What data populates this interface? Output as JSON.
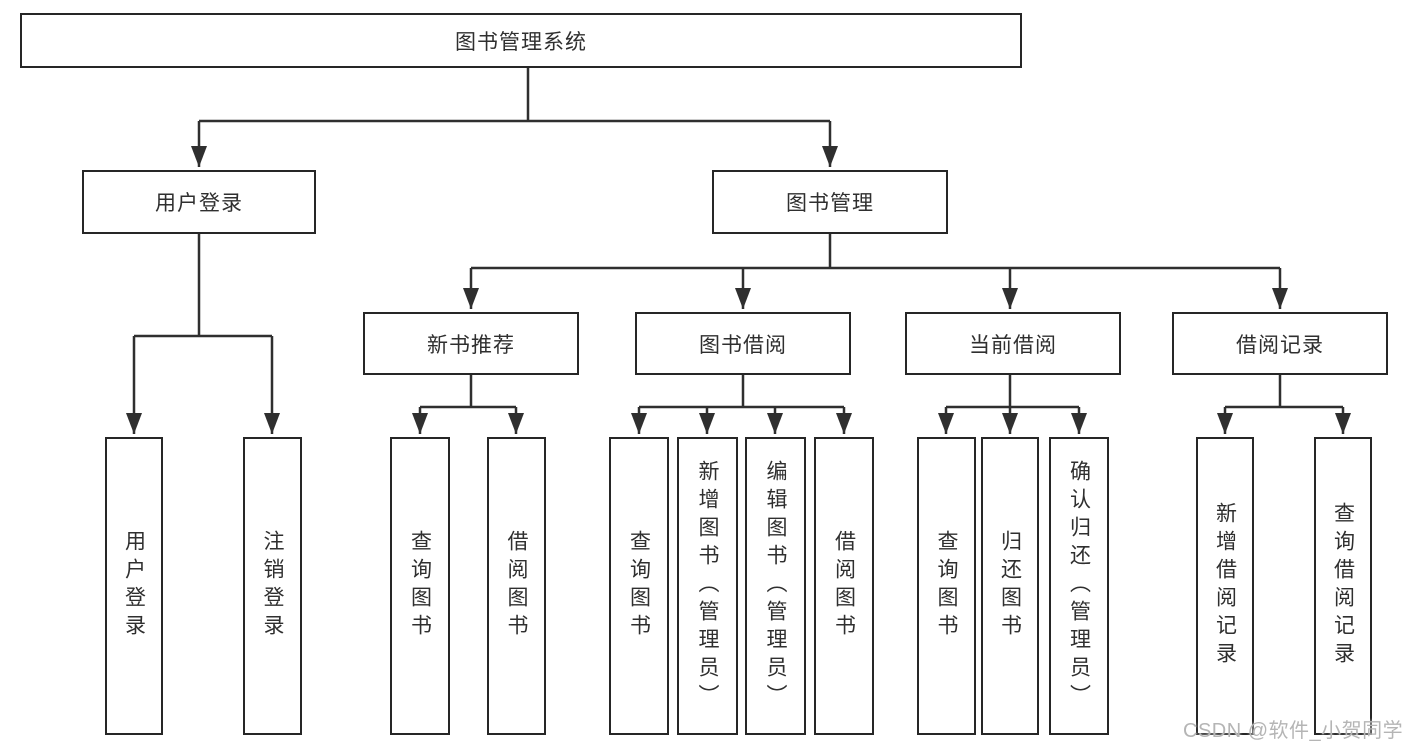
{
  "tree": {
    "root": {
      "label": "图书管理系统"
    },
    "login": {
      "label": "用户登录",
      "children": [
        {
          "label": "用户登录"
        },
        {
          "label": "注销登录"
        }
      ]
    },
    "management": {
      "label": "图书管理",
      "modules": [
        {
          "label": "新书推荐",
          "children": [
            {
              "label": "查询图书"
            },
            {
              "label": "借阅图书"
            }
          ]
        },
        {
          "label": "图书借阅",
          "children": [
            {
              "label": "查询图书"
            },
            {
              "label": "新增图书（管理员）"
            },
            {
              "label": "编辑图书（管理员）"
            },
            {
              "label": "借阅图书"
            }
          ]
        },
        {
          "label": "当前借阅",
          "children": [
            {
              "label": "查询图书"
            },
            {
              "label": "归还图书"
            },
            {
              "label": "确认归还（管理员）"
            }
          ]
        },
        {
          "label": "借阅记录",
          "children": [
            {
              "label": "新增借阅记录"
            },
            {
              "label": "查询借阅记录"
            }
          ]
        }
      ]
    }
  },
  "watermark": {
    "text": "CSDN @软件_小贺同学"
  },
  "colors": {
    "background": "#ffffff",
    "line": "#2f2f2f",
    "box_border": "#262626",
    "text": "#2f2f2f",
    "watermark": "#b5b5b5"
  }
}
